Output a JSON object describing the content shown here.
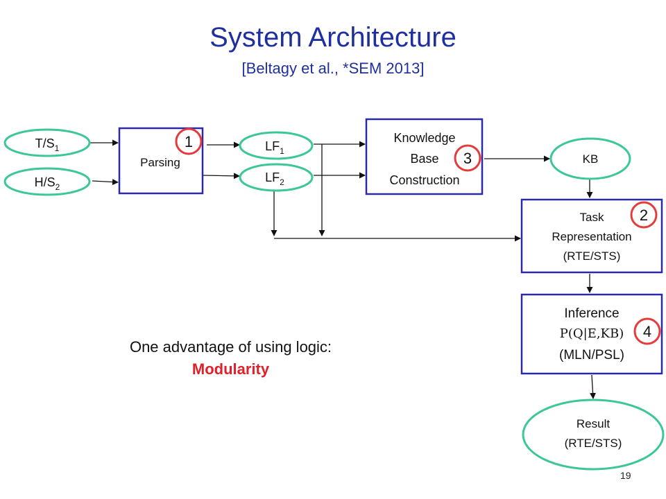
{
  "slide": {
    "title": "System Architecture",
    "subtitle": "[Beltagy et al., *SEM 2013]",
    "page_number": "19"
  },
  "nodes": {
    "ts1": {
      "main": "T/S",
      "sub": "1"
    },
    "hs2": {
      "main": "H/S",
      "sub": "2"
    },
    "parsing": {
      "label": "Parsing",
      "badge": "1"
    },
    "lf1": {
      "main": "LF",
      "sub": "1"
    },
    "lf2": {
      "main": "LF",
      "sub": "2"
    },
    "kbc": {
      "line1": "Knowledge",
      "line2": "Base",
      "line3": "Construction",
      "badge": "3"
    },
    "kb": {
      "label": "KB"
    },
    "task": {
      "line1": "Task",
      "line2": "Representation",
      "line3": "(RTE/STS)",
      "badge": "2"
    },
    "inference": {
      "line1": "Inference",
      "line2": "P(Q|E,KB)",
      "line3": "(MLN/PSL)",
      "badge": "4"
    },
    "result": {
      "line1": "Result",
      "line2": "(RTE/STS)"
    }
  },
  "note": {
    "text": "One advantage of using logic:",
    "emphasis": "Modularity"
  },
  "colors": {
    "title": "#1f2f9e",
    "ellipse_stroke": "#3cc796",
    "box_stroke": "#2a2aa8",
    "badge_stroke": "#e53b3b",
    "emphasis": "#e0202a"
  }
}
